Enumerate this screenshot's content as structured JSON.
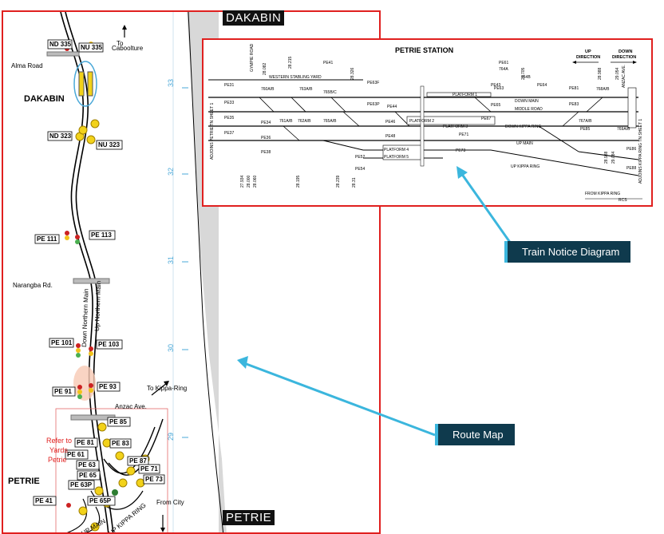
{
  "route_map": {
    "top_station": "DAKABIN",
    "bottom_station": "PETRIE",
    "km_markers": [
      "33",
      "32",
      "31",
      "30",
      "29"
    ],
    "places": {
      "alma_road": "Alma Road",
      "dakabin": "DAKABIN",
      "narangba_rd": "Narangba Rd.",
      "anzac_ave": "Anzac Ave.",
      "petrie": "PETRIE",
      "to_caboolture": "To Caboolture",
      "to_kippa_ring": "To Kippa-Ring",
      "from_city": "From City"
    },
    "track_labels": [
      "Down Northern Main",
      "Up Northern Main",
      "UP MAIN",
      "UP KIPPA RING"
    ],
    "refer_note": "Refer to Yards Petrie",
    "signals": [
      "ND 335",
      "NU 335",
      "ND 323",
      "NU 323",
      "PE 111",
      "PE 113",
      "PE 101",
      "PE 103",
      "PE 91",
      "PE 93",
      "PE 85",
      "PE 81",
      "PE 61",
      "PE 83",
      "PE 63",
      "PE 87",
      "PE 65",
      "PE 71",
      "PE 63P",
      "PE 73",
      "PE 41",
      "PE 65P"
    ]
  },
  "notice_diagram": {
    "title": "PETRIE STATION",
    "up_direction": "UP DIRECTION",
    "down_direction": "DOWN DIRECTION",
    "tracks": [
      "WESTERN STABLING YARD",
      "PLATFORM 1",
      "DOWN MAIN",
      "MIDDLE ROAD",
      "PLATFORM 2",
      "PLATFORM 3",
      "DOWN KIPPA RING",
      "UP MAIN",
      "PLATFORM 4",
      "PLATFORM 5",
      "UP KIPPA RING"
    ],
    "signals": [
      "PE31",
      "PE33",
      "PE35",
      "PE37",
      "PE34",
      "PE36",
      "PE38",
      "PE41",
      "PE43",
      "PE44",
      "PE46",
      "PE48",
      "PE52",
      "PE54",
      "PE61",
      "PE63",
      "PE63F",
      "PE63P",
      "PE64",
      "PE65",
      "PE67",
      "PE71",
      "PE73",
      "PE81",
      "PE83",
      "PE85",
      "PE86",
      "PE88"
    ],
    "points": [
      "760A/B",
      "761A/B",
      "762A/B",
      "763A/B",
      "765A/B",
      "765B/C",
      "764A",
      "764B",
      "767A/B",
      "768A/B",
      "769A/B"
    ],
    "side_labels": {
      "left": "ADJOINS PETRIE TN SHEET 1",
      "right": "ADJOINS KIPPA RING TN SHEET 1",
      "gympie": "GYMPIE ROAD",
      "anzac": "ANZAC AVE."
    },
    "from_kippa": "FROM KIPPA RING",
    "rcs": "RCS",
    "chainages": [
      "28.082",
      "28.215",
      "28.326",
      "28.705",
      "28.988",
      "29.054",
      "29.084",
      "27.934",
      "28.000",
      "28.060",
      "28.195",
      "28.239",
      "28.31",
      "28.988"
    ]
  },
  "callouts": {
    "notice": "Train Notice Diagram",
    "route": "Route Map"
  },
  "colors": {
    "frame": "#e0201f",
    "callout_bg": "#0f3a4d",
    "callout_line": "#3bb6dd",
    "km": "#4aa8d8"
  }
}
